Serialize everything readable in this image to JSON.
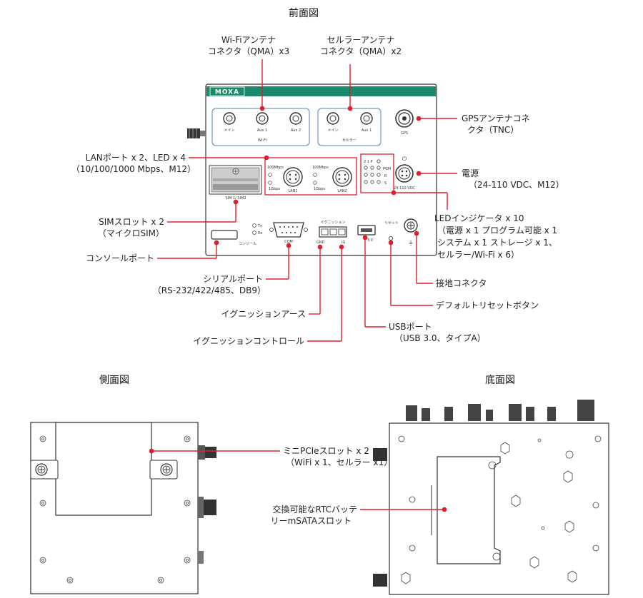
{
  "titles": {
    "front": "前面図",
    "side": "側面図",
    "bottom": "底面図"
  },
  "labels": {
    "wifi_antenna": [
      "Wi-Fiアンテナ",
      "コネクタ（QMA）x3"
    ],
    "cell_antenna": [
      "セルラーアンテナ",
      "コネクタ（QMA）x2"
    ],
    "gps": [
      "GPSアンテナコネ",
      "クタ（TNC）"
    ],
    "lan": [
      "LANポート x 2、LED x 4",
      "（10/100/1000 Mbps、M12）"
    ],
    "power": [
      "電源",
      "（24-110 VDC、M12）"
    ],
    "sim": [
      "SIMスロット x 2",
      "（マイクロSIM）"
    ],
    "led": [
      "LEDインジケータ x 10",
      "（電源 x 1 プログラム可能 x 1",
      "システム x 1 ストレージ x 1、",
      "セルラー/Wi-Fi x 6）"
    ],
    "console": [
      "コンソールポート"
    ],
    "serial": [
      "シリアルポート",
      "（RS-232/422/485、DB9）"
    ],
    "ground": [
      "接地コネクタ"
    ],
    "reset": [
      "デフォルトリセットボタン"
    ],
    "ign_ground": [
      "イグニッションアース"
    ],
    "usb": [
      "USBポート",
      "（USB 3.0、タイプA）"
    ],
    "ign_control": [
      "イグニッションコントロール"
    ],
    "mpcie": [
      "ミニPCIeスロット x 2",
      "（WiFi x 1、セルラー x1）"
    ],
    "rtc": [
      "交換可能なRTCバッテ",
      "リーmSATAスロット"
    ]
  },
  "panel": {
    "brand": "MOXA",
    "wifi_group": "Wi-Fi",
    "cell_group": "セルラー",
    "main": "メイン",
    "aux1": "Aux 1",
    "aux2": "Aux 2",
    "gps": "GPS",
    "mbps1": "100Mbps",
    "mbps2": "100Mbps",
    "gbps1": "1Gbps",
    "gbps2": "1Gbps",
    "lan1": "LAN1",
    "lan2": "LAN2",
    "sim": "SIM 1/ SIM2",
    "tx": "Tx",
    "rx": "Rx",
    "com": "COM",
    "console": "コンソール",
    "ignition": "イグニッション",
    "gnd": "GND",
    "ig": "IG",
    "usb": "3.0",
    "reset": "リセット",
    "vdc": "24-110 VDC",
    "led_row1": "2    1  P",
    "led_pgm": "PGM",
    "led_r": "R",
    "led_s": "S"
  },
  "colors": {
    "accent": "#e01e2b",
    "moxa_green": "#1a8a6a",
    "box_blue": "#5a82b8"
  }
}
